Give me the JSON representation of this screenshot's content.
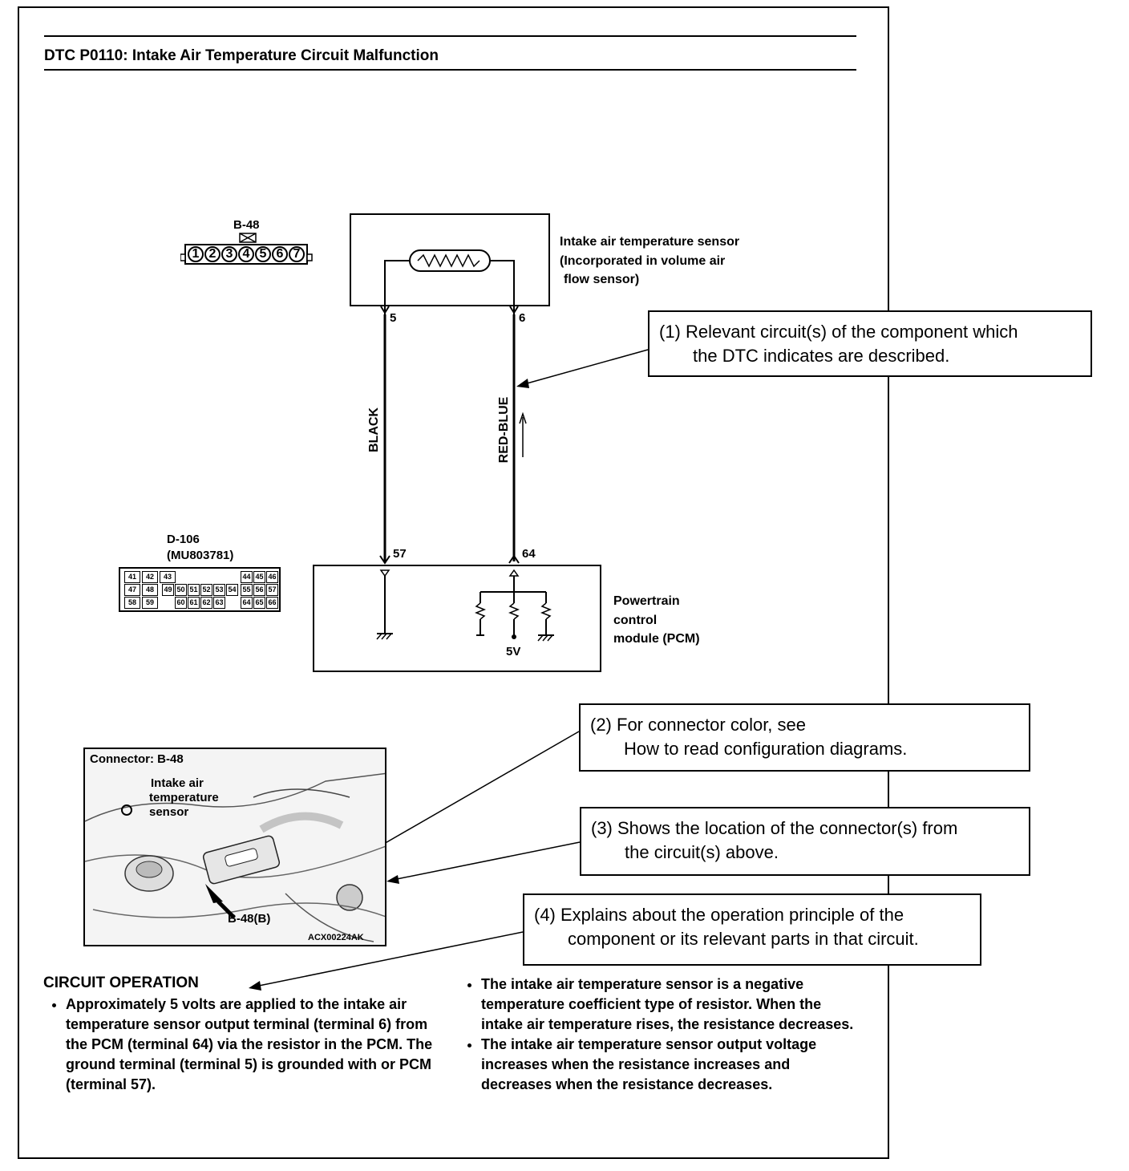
{
  "header": {
    "title": "DTC P0110: Intake Air Temperature Circuit Malfunction"
  },
  "connectors": {
    "b48": {
      "label": "B-48",
      "pins": [
        "1",
        "2",
        "3",
        "4",
        "5",
        "6",
        "7"
      ]
    },
    "d106": {
      "label": "D-106",
      "part": "(MU803781)",
      "row1": [
        "41",
        "42",
        "43",
        "44",
        "45",
        "46"
      ],
      "row2": [
        "47",
        "48",
        "49",
        "50",
        "51",
        "52",
        "53",
        "54",
        "55",
        "56",
        "57"
      ],
      "row3": [
        "58",
        "59",
        "60",
        "61",
        "62",
        "63",
        "64",
        "65",
        "66"
      ]
    }
  },
  "sensor": {
    "line1": "Intake air temperature sensor",
    "line2": "(Incorporated in volume air",
    "line3": "flow sensor)",
    "pin_left": "5",
    "pin_right": "6"
  },
  "wires": {
    "left": "BLACK",
    "right": "RED-BLUE"
  },
  "pcm": {
    "line1": "Powertrain",
    "line2": "control",
    "line3": "module (PCM)",
    "pin_left": "57",
    "pin_right": "64",
    "voltage": "5V"
  },
  "callouts": [
    {
      "line1": "(1) Relevant circuit(s) of the component which",
      "line2": "the DTC indicates are described."
    },
    {
      "line1": "(2) For connector color, see",
      "line2": "How to read configuration diagrams."
    },
    {
      "line1": "(3) Shows the location of the connector(s) from",
      "line2": "the circuit(s) above."
    },
    {
      "line1": "(4) Explains about the operation principle of the",
      "line2": "component or its relevant parts in that circuit."
    }
  ],
  "photo": {
    "connector_label": "Connector: B-48",
    "sensor_line1": "Intake air",
    "sensor_line2": "temperature",
    "sensor_line3": "sensor",
    "pointer_label": "B-48(B)",
    "code": "ACX00224AK"
  },
  "circuit_operation": {
    "title": "CIRCUIT OPERATION",
    "left": [
      "Approximately 5 volts are applied to the intake air temperature sensor output terminal (terminal 6) from the PCM (terminal 64) via the resistor in the PCM. The ground terminal (terminal 5) is grounded with or PCM (terminal 57)."
    ],
    "right": [
      "The intake air temperature sensor is a negative temperature coefficient type of resistor. When the intake air temperature rises, the resistance decreases.",
      "The intake air temperature sensor output voltage increases when the resistance increases and decreases when the resistance decreases."
    ]
  }
}
